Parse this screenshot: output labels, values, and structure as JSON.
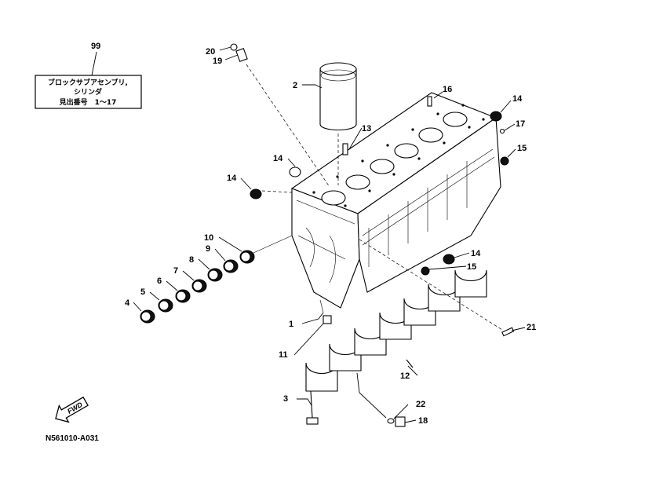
{
  "label_box": {
    "number": "99",
    "line1": "ブロックサブアセンブリ,",
    "line2": "シリンダ",
    "line3": "見出番号　1〜17"
  },
  "callouts": [
    {
      "id": "c1",
      "text": "1"
    },
    {
      "id": "c2",
      "text": "2"
    },
    {
      "id": "c3",
      "text": "3"
    },
    {
      "id": "c4",
      "text": "4"
    },
    {
      "id": "c5",
      "text": "5"
    },
    {
      "id": "c6",
      "text": "6"
    },
    {
      "id": "c7",
      "text": "7"
    },
    {
      "id": "c8",
      "text": "8"
    },
    {
      "id": "c9",
      "text": "9"
    },
    {
      "id": "c10",
      "text": "10"
    },
    {
      "id": "c11",
      "text": "11"
    },
    {
      "id": "c12",
      "text": "12"
    },
    {
      "id": "c13",
      "text": "13"
    },
    {
      "id": "c14a",
      "text": "14"
    },
    {
      "id": "c14b",
      "text": "14"
    },
    {
      "id": "c14c",
      "text": "14"
    },
    {
      "id": "c14d",
      "text": "14"
    },
    {
      "id": "c15a",
      "text": "15"
    },
    {
      "id": "c15b",
      "text": "15"
    },
    {
      "id": "c16",
      "text": "16"
    },
    {
      "id": "c17",
      "text": "17"
    },
    {
      "id": "c18",
      "text": "18"
    },
    {
      "id": "c19",
      "text": "19"
    },
    {
      "id": "c20",
      "text": "20"
    },
    {
      "id": "c21",
      "text": "21"
    },
    {
      "id": "c22",
      "text": "22"
    }
  ],
  "fwd_label": "FWD",
  "diagram_code": "N561010-A031"
}
